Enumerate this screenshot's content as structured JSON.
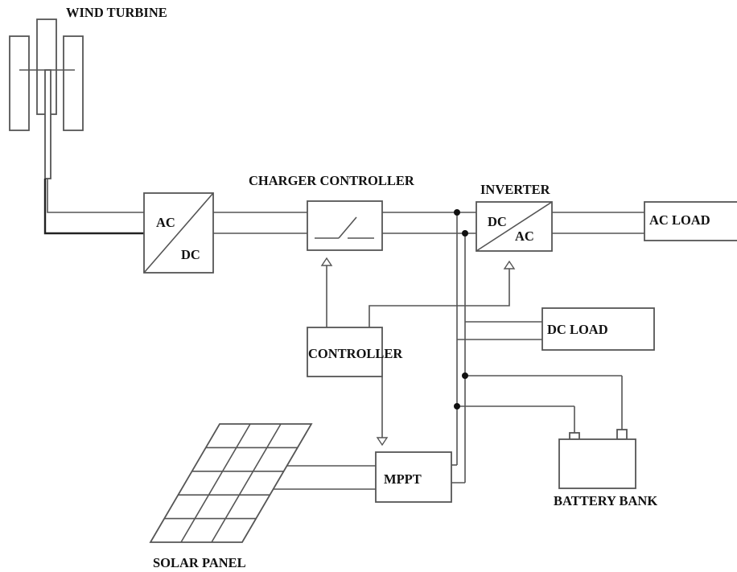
{
  "labels": {
    "wind_turbine": "WIND TURBINE",
    "charger_controller": "CHARGER CONTROLLER",
    "inverter": "INVERTER",
    "ac_load": "AC LOAD",
    "dc_load": "DC LOAD",
    "controller": "CONTROLLER",
    "mppt": "MPPT",
    "battery_bank": "BATTERY BANK",
    "solar_panel": "SOLAR PANEL",
    "rectifier_in": "AC",
    "rectifier_out": "DC",
    "inverter_in": "DC",
    "inverter_out": "AC"
  },
  "colors": {
    "line": "#555555",
    "text": "#111111",
    "background": "#ffffff"
  }
}
